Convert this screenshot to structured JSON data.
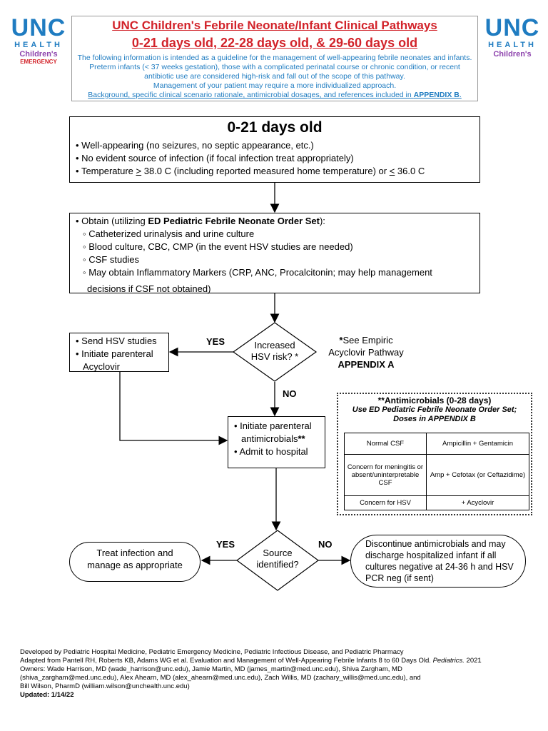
{
  "logo_left": {
    "unc": "UNC",
    "health": "HEALTH",
    "children": "Children's",
    "emergency": "EMERGENCY"
  },
  "logo_right": {
    "unc": "UNC",
    "health": "HEALTH",
    "children": "Children's"
  },
  "header": {
    "title1": "UNC Children's Febrile Neonate/Infant Clinical Pathways",
    "title2": "0-21 days old, 22-28 days old, & 29-60 days old",
    "intro": "The following information is intended as a guideline for the management of well-appearing febrile neonates and infants. Preterm infants (< 37 weeks gestation), those with a complicated perinatal course or chronic condition, or recent antibiotic use are considered high-risk and fall out of the scope of this pathway.",
    "management": "Management of your patient may require a more individualized approach.",
    "background_prefix": "Background, specific clinical scenario rationale, antimicrobial dosages, and references included in ",
    "background_link": "APPENDIX B",
    "background_suffix": "."
  },
  "box1": {
    "heading": "0-21 days old",
    "items": [
      "Well-appearing (no seizures, no septic appearance, etc.)",
      "No evident source of infection (if focal infection treat appropriately)"
    ],
    "temp_prefix": "Temperature ",
    "temp_ge": ">",
    "temp_mid": " 38.0 C (including reported measured home temperature) or ",
    "temp_le": "<",
    "temp_suffix": " 36.0 C"
  },
  "box2": {
    "obtain_prefix": "Obtain (utilizing ",
    "obtain_bold": "ED Pediatric Febrile Neonate Order Set",
    "obtain_suffix": "):",
    "subitems": [
      "Catheterized urinalysis and urine culture",
      "Blood culture, CBC, CMP (in the event HSV studies are needed)",
      "CSF studies",
      "May obtain Inflammatory Markers (CRP, ANC, Procalcitonin; may help management"
    ],
    "continuation": "decisions if CSF not obtained)"
  },
  "decision1": {
    "line1": "Increased",
    "line2": "HSV risk? *",
    "yes": "YES",
    "no": "NO"
  },
  "note": {
    "star": "*",
    "line1": "See Empiric",
    "line2": "Acyclovir Pathway",
    "line3": "APPENDIX A"
  },
  "hsv_box": {
    "items": [
      "Send HSV studies",
      "Initiate parenteral"
    ],
    "cont": "Acyclovir"
  },
  "antimicrobials_box": {
    "item1_a": "Initiate parenteral",
    "item1_b": "antimicrobials",
    "item1_star": "**",
    "item2": "Admit to hospital"
  },
  "antimicrobials_panel": {
    "title": "**Antimicrobials (0-28 days)",
    "sub1": "Use ED Pediatric Febrile Neonate Order Set;",
    "sub2": "Doses in APPENDIX B",
    "rows": [
      [
        "Normal CSF",
        "Ampicillin + Gentamicin"
      ],
      [
        "Concern for meningitis or absent/uninterpretable CSF",
        "Amp + Cefotax (or Ceftazidime)"
      ],
      [
        "Concern for HSV",
        "+ Acyclovir"
      ]
    ]
  },
  "decision2": {
    "line1": "Source",
    "line2": "identified?",
    "yes": "YES",
    "no": "NO"
  },
  "treat_box": {
    "line1": "Treat infection and",
    "line2": "manage as appropriate"
  },
  "discontinue_box": {
    "text": "Discontinue antimicrobials and may discharge hospitalized infant if all cultures negative at 24-36 h and HSV PCR neg (if sent)"
  },
  "footer": {
    "line1": "Developed by Pediatric Hospital Medicine, Pediatric Emergency Medicine, Pediatric Infectious Disease, and Pediatric Pharmacy",
    "line2_prefix": "Adapted from Pantell RH, Roberts KB, Adams WG et al. Evaluation and Management of Well-Appearing Febrile Infants 8 to 60 Days Old. ",
    "line2_journal": "Pediatrics.",
    "line2_suffix": " 2021",
    "line3": "Owners: Wade Harrison, MD (wade_harrison@unc.edu), Jamie Martin, MD (james_martin@med.unc.edu), Shiva Zargham, MD",
    "line4": "(shiva_zargham@med.unc.edu), Alex Ahearn, MD (alex_ahearn@med.unc.edu), Zach Willis, MD (zachary_willis@med.unc.edu), and",
    "line5": "Bill Wilson, PharmD (william.wilson@unchealth.unc.edu)",
    "updated": "Updated: 1/14/22"
  }
}
